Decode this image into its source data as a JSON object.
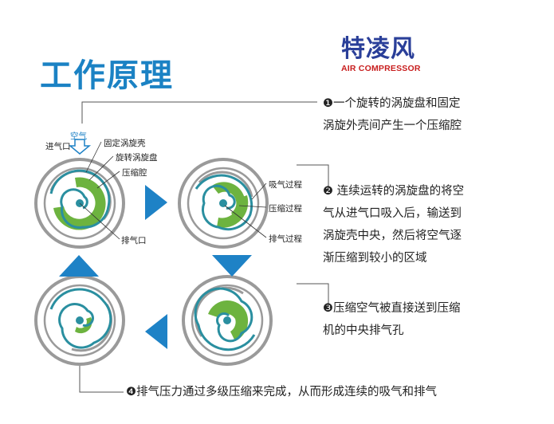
{
  "title": "工作原理",
  "brand": {
    "name": "特凌风",
    "subtitle": "AIR COMPRESSOR"
  },
  "labels": {
    "inlet": "进气口",
    "air": "空气",
    "fixed_scroll": "固定涡旋壳",
    "orbiting_scroll": "旋转涡旋盘",
    "compression_chamber": "压缩腔",
    "exhaust_port": "排气口",
    "intake_process": "吸气过程",
    "compression_process": "压缩过程",
    "exhaust_process": "排气过程"
  },
  "steps": [
    {
      "lines": [
        "❶一个旋转的涡旋盘和固定",
        "涡旋外壳间产生一个压缩腔"
      ]
    },
    {
      "lines": [
        "❷ 连续运转的涡旋盘的将空",
        "气从进气口吸入后，输送到",
        "涡旋壳中央，然后将空气逐",
        "渐压缩到较小的区域"
      ]
    },
    {
      "lines": [
        "❸压缩空气被直接送到压缩",
        "机的中央排气孔"
      ]
    },
    {
      "lines": [
        "❹排气压力通过多级压缩来完成，从而形成连续的吸气和排气"
      ]
    }
  ],
  "colors": {
    "title": "#1b82c4",
    "arrow": "#1e82c6",
    "teal": "#2a8fa0",
    "green": "#6db33f",
    "gray": "#9a9a9a",
    "brand": "#2a3f99",
    "brand_sub": "#c81e1e"
  }
}
